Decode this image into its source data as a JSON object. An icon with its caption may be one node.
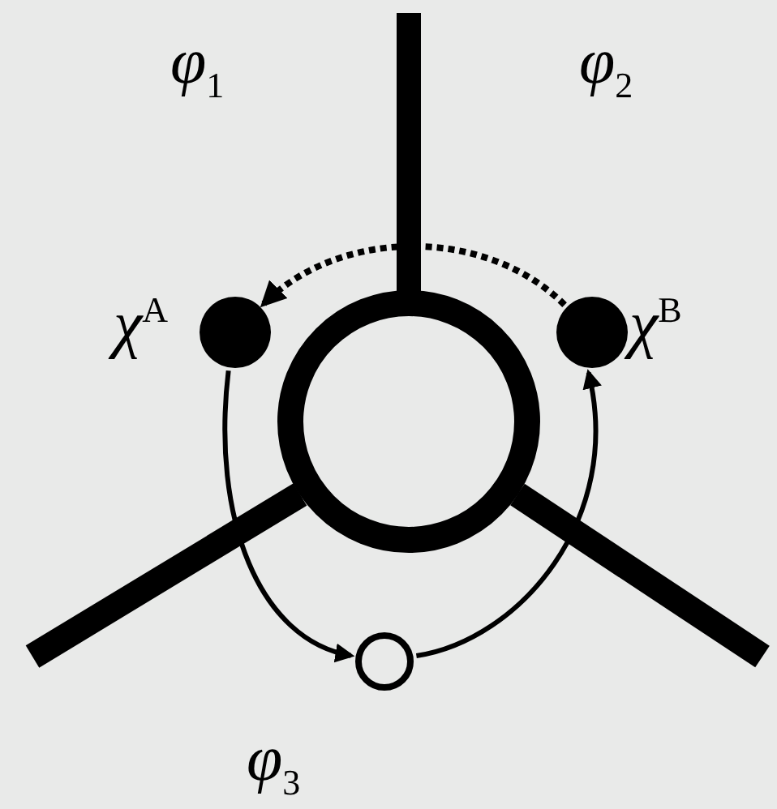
{
  "diagram": {
    "nodes": [
      {
        "text": [],
        "shape": "circle",
        "beside": [
          "χ$^{A}$"
        ]
      },
      {
        "text": [],
        "shape": "circle",
        "beside": [
          "χ$^{B}$"
        ]
      },
      {
        "text": [],
        "shape": "circle"
      }
    ],
    "edges": [
      {
        "from": 1,
        "to": 0,
        "arrow": "to",
        "style": "dashed"
      },
      {
        "from": 0,
        "to": 2,
        "arrow": "to"
      },
      {
        "from": 2,
        "to": 1,
        "arrow": "to"
      }
    ],
    "labels": [
      "φ$_{1}$",
      "φ$_{2}$",
      "φ$_{3}$"
    ]
  }
}
